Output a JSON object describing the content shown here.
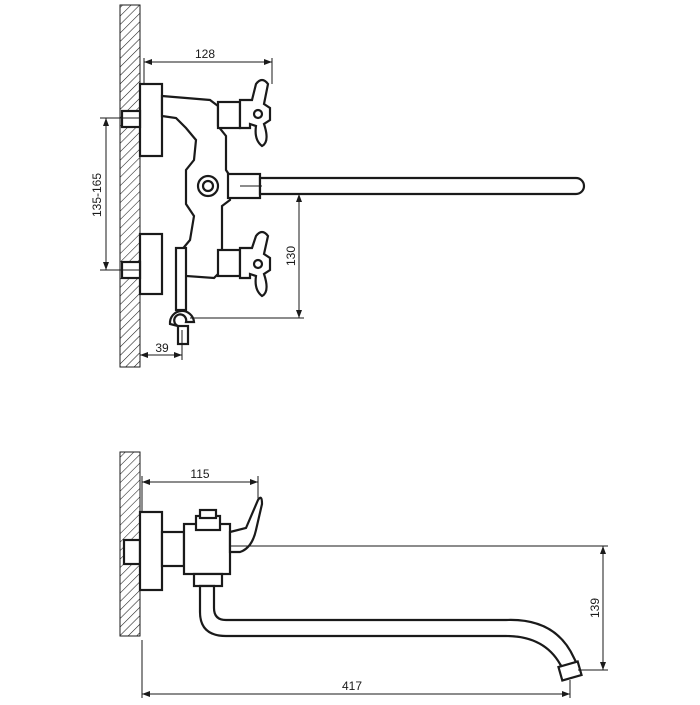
{
  "dimensions": {
    "top_width": "128",
    "top_height_range": "135-165",
    "top_spout_drop": "130",
    "top_holder_offset": "39",
    "bottom_depth": "115",
    "bottom_height": "139",
    "bottom_length": "417"
  },
  "colors": {
    "line": "#1a1a1a",
    "background": "#ffffff"
  }
}
